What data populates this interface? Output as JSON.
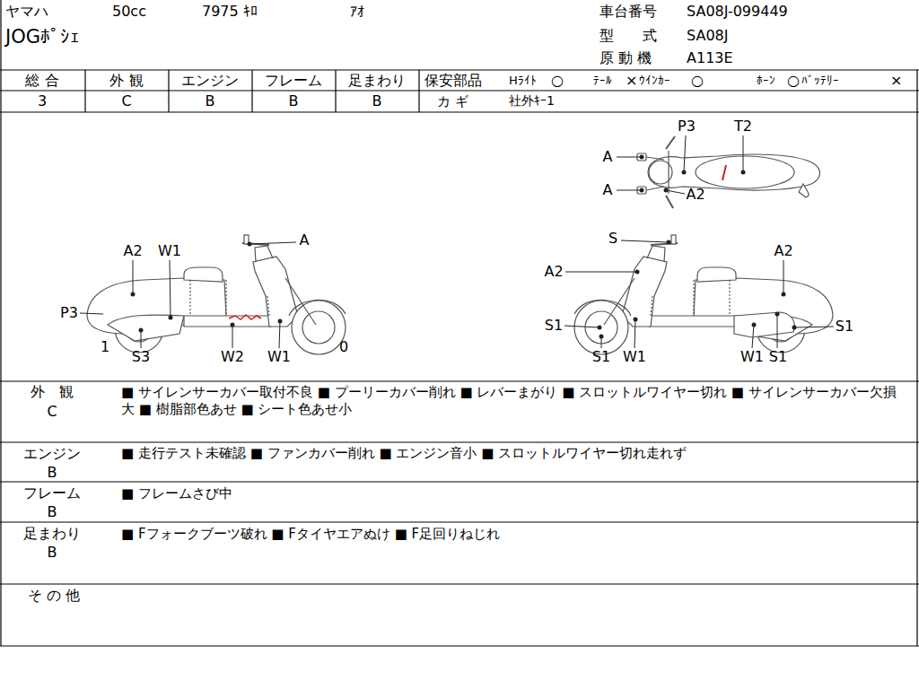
{
  "diagram": {
    "labels": [
      "ヤマハ",
      "50cc",
      "7975 ｷﾛ",
      "ｱｵ",
      "JOGﾎﾟｼｪ",
      "車台番号",
      "SA08J-099449",
      "型　　式",
      "SA08J",
      "原 動 機",
      "A113E",
      "総 合",
      "3",
      "外 観",
      "C",
      "エンジン",
      "B",
      "フレーム",
      "B",
      "足まわり",
      "B",
      "保安部品",
      "Hﾗｲﾄ",
      "○",
      "ﾃｰﾙ",
      "×",
      "ｳｲﾝｶｰ",
      "○",
      "ﾎｰﾝ",
      "○",
      "ﾊﾞｯﾃﾘｰ",
      "×",
      "カ ギ",
      "社外ｷｰ1",
      "A2",
      "W1",
      "A",
      "P3",
      "1",
      "S3",
      "W2",
      "W1",
      "0",
      "P3",
      "T2",
      "A",
      "A",
      "A2",
      "S",
      "A2",
      "A2",
      "S1",
      "S1",
      "S1",
      "W1",
      "W1",
      "S1",
      "外　観",
      "C",
      "■ サイレンサーカバー取付不良 ■ プーリーカバー削れ ■ レバーまがり ■ スロットルワイヤー切れ ■ サイレンサーカバー欠損大 ■ 樹脂部色あせ ■ シート色あせ小",
      "エンジン",
      "B",
      "■ 走行テスト未確認 ■ ファンカバー削れ ■ エンジン音小 ■ スロットルワイヤー切れ走れず",
      "フレーム",
      "B",
      "■ フレームさび中",
      "足まわり",
      "B",
      "■ Fフォークブーツ破れ ■ Fタイヤエアぬけ ■ F足回りねじれ",
      "そ の 他"
    ]
  }
}
